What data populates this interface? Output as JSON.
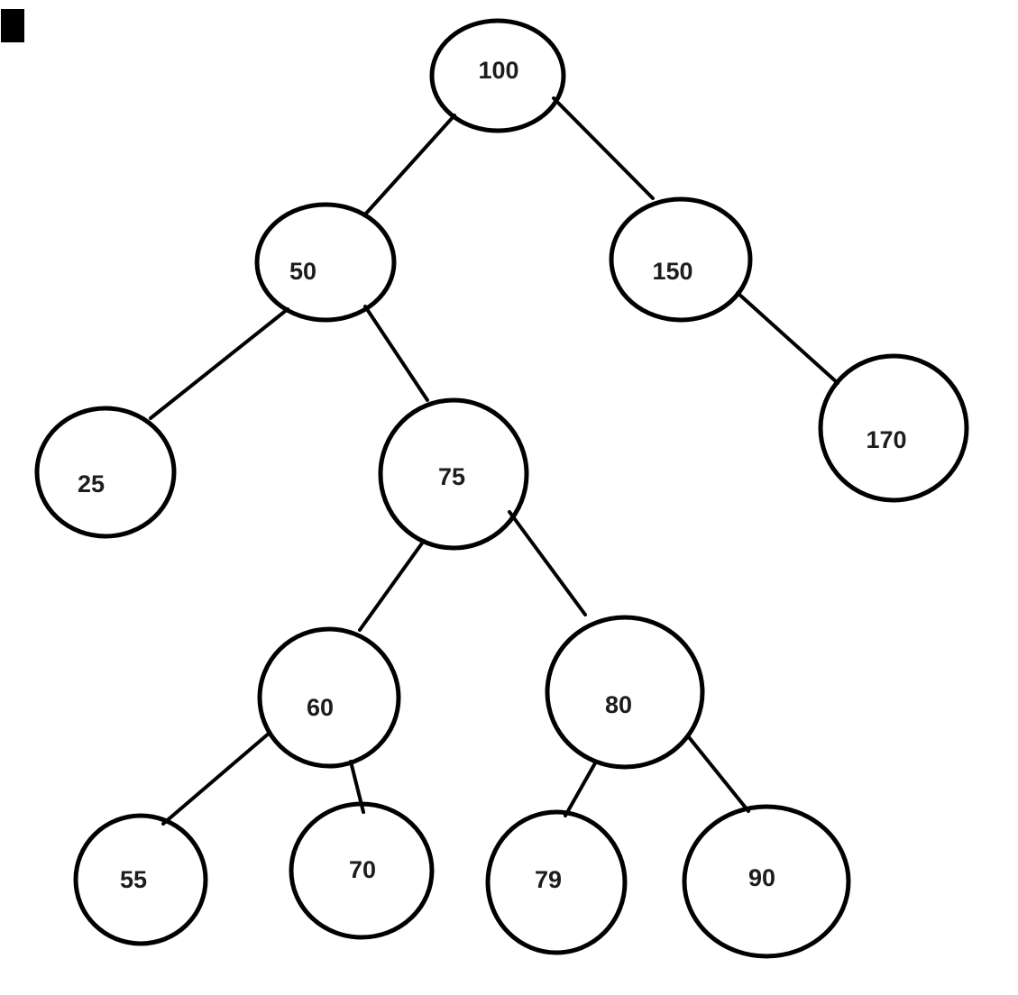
{
  "diagram": {
    "kind": "binary-search-tree",
    "background": "#ffffff",
    "node_fill": "#ffffff",
    "node_stroke": "#000000",
    "label_color": "#1d1d1d"
  },
  "tree": {
    "nodes": [
      {
        "id": "100",
        "value": "100",
        "parent": null,
        "side": "root"
      },
      {
        "id": "50",
        "value": "50",
        "parent": "100",
        "side": "left"
      },
      {
        "id": "150",
        "value": "150",
        "parent": "100",
        "side": "right"
      },
      {
        "id": "25",
        "value": "25",
        "parent": "50",
        "side": "left"
      },
      {
        "id": "75",
        "value": "75",
        "parent": "50",
        "side": "right"
      },
      {
        "id": "170",
        "value": "170",
        "parent": "150",
        "side": "right"
      },
      {
        "id": "60",
        "value": "60",
        "parent": "75",
        "side": "left"
      },
      {
        "id": "80",
        "value": "80",
        "parent": "75",
        "side": "right"
      },
      {
        "id": "55",
        "value": "55",
        "parent": "60",
        "side": "left"
      },
      {
        "id": "70",
        "value": "70",
        "parent": "60",
        "side": "right"
      },
      {
        "id": "79",
        "value": "79",
        "parent": "80",
        "side": "left"
      },
      {
        "id": "90",
        "value": "90",
        "parent": "80",
        "side": "right"
      }
    ],
    "edges": [
      [
        "100",
        "50"
      ],
      [
        "100",
        "150"
      ],
      [
        "50",
        "25"
      ],
      [
        "50",
        "75"
      ],
      [
        "150",
        "170"
      ],
      [
        "75",
        "60"
      ],
      [
        "75",
        "80"
      ],
      [
        "60",
        "55"
      ],
      [
        "60",
        "70"
      ],
      [
        "80",
        "79"
      ],
      [
        "80",
        "90"
      ]
    ]
  }
}
